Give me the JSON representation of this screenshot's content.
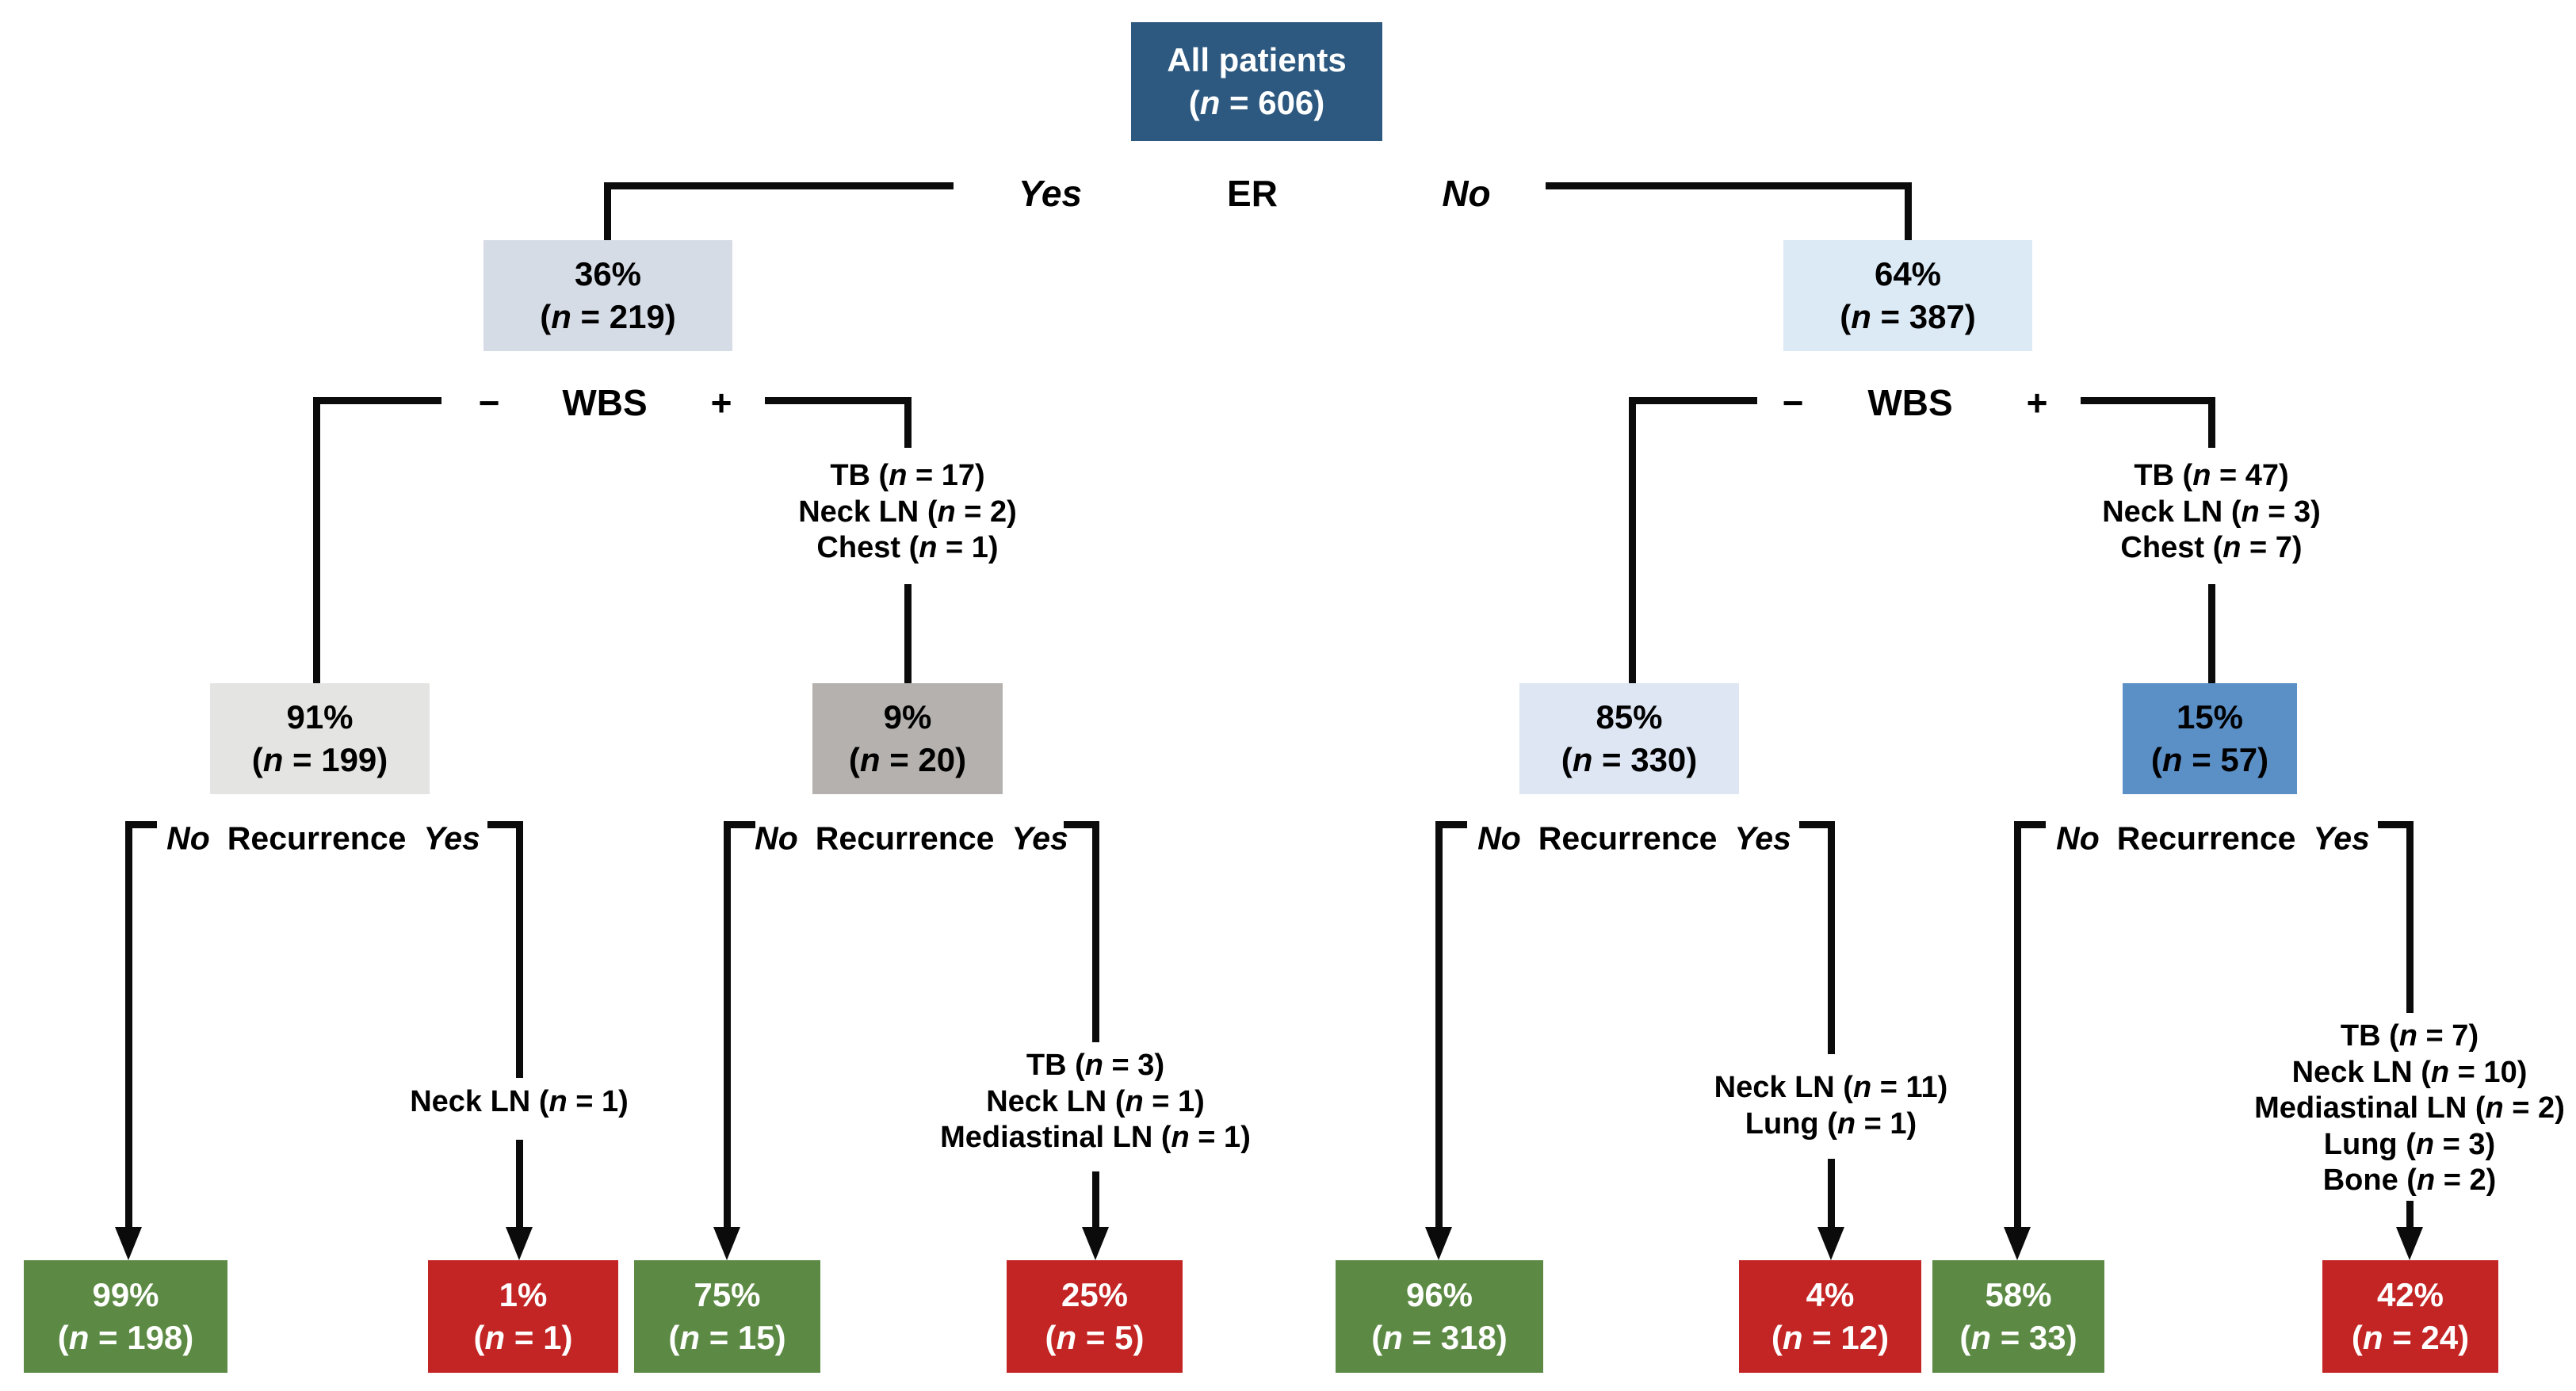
{
  "labels": {
    "n_symbol": "n",
    "er_split": {
      "yes": "Yes",
      "test": "ER",
      "no": "No"
    },
    "wbs_split": {
      "minus": "−",
      "test": "WBS",
      "plus": "+"
    },
    "recurrence_split": {
      "no": "No",
      "test": "Recurrence",
      "yes": "Yes"
    }
  },
  "nodes": {
    "all_patients": {
      "label": "All patients",
      "n": "606",
      "n_text": "(n = 606)"
    },
    "er_yes": {
      "percent": "36%",
      "n": "219",
      "n_text": "(n = 219)"
    },
    "er_no": {
      "percent": "64%",
      "n": "387",
      "n_text": "(n = 387)"
    },
    "er_yes_wbs_neg": {
      "percent": "91%",
      "n": "199",
      "n_text": "(n = 199)"
    },
    "er_yes_wbs_pos": {
      "percent": "9%",
      "n": "20",
      "n_text": "(n = 20)"
    },
    "er_no_wbs_neg": {
      "percent": "85%",
      "n": "330",
      "n_text": "(n = 330)"
    },
    "er_no_wbs_pos": {
      "percent": "15%",
      "n": "57",
      "n_text": "(n = 57)"
    },
    "leaf1": {
      "percent": "99%",
      "n": "198",
      "n_text": "(n = 198)",
      "outcome": "no-recurrence"
    },
    "leaf2": {
      "percent": "1%",
      "n": "1",
      "n_text": "(n = 1)",
      "outcome": "recurrence"
    },
    "leaf3": {
      "percent": "75%",
      "n": "15",
      "n_text": "(n = 15)",
      "outcome": "no-recurrence"
    },
    "leaf4": {
      "percent": "25%",
      "n": "5",
      "n_text": "(n = 5)",
      "outcome": "recurrence"
    },
    "leaf5": {
      "percent": "96%",
      "n": "318",
      "n_text": "(n = 318)",
      "outcome": "no-recurrence"
    },
    "leaf6": {
      "percent": "4%",
      "n": "12",
      "n_text": "(n = 12)",
      "outcome": "recurrence"
    },
    "leaf7": {
      "percent": "58%",
      "n": "33",
      "n_text": "(n = 33)",
      "outcome": "no-recurrence"
    },
    "leaf8": {
      "percent": "42%",
      "n": "24",
      "n_text": "(n = 24)",
      "outcome": "recurrence"
    }
  },
  "annotations": {
    "er_yes_wbs_pos_sites": [
      {
        "site": "TB",
        "n": "17",
        "text": "TB (n = 17)"
      },
      {
        "site": "Neck LN",
        "n": "2",
        "text": "Neck LN (n = 2)"
      },
      {
        "site": "Chest",
        "n": "1",
        "text": "Chest (n = 1)"
      }
    ],
    "er_no_wbs_pos_sites": [
      {
        "site": "TB",
        "n": "47",
        "text": "TB (n = 47)"
      },
      {
        "site": "Neck LN",
        "n": "3",
        "text": "Neck LN (n = 3)"
      },
      {
        "site": "Chest",
        "n": "7",
        "text": "Chest (n = 7)"
      }
    ],
    "recurrence_sites_1": [
      {
        "site": "Neck LN",
        "n": "1",
        "text": "Neck LN (n = 1)"
      }
    ],
    "recurrence_sites_2": [
      {
        "site": "TB",
        "n": "3",
        "text": "TB (n = 3)"
      },
      {
        "site": "Neck LN",
        "n": "1",
        "text": "Neck LN (n = 1)"
      },
      {
        "site": "Mediastinal LN",
        "n": "1",
        "text": "Mediastinal LN (n = 1)"
      }
    ],
    "recurrence_sites_3": [
      {
        "site": "Neck LN",
        "n": "11",
        "text": "Neck LN (n = 11)"
      },
      {
        "site": "Lung",
        "n": "1",
        "text": "Lung (n = 1)"
      }
    ],
    "recurrence_sites_4": [
      {
        "site": "TB",
        "n": "7",
        "text": "TB (n = 7)"
      },
      {
        "site": "Neck LN",
        "n": "10",
        "text": "Neck LN (n = 10)"
      },
      {
        "site": "Mediastinal LN",
        "n": "2",
        "text": "Mediastinal LN (n = 2)"
      },
      {
        "site": "Lung",
        "n": "3",
        "text": "Lung (n = 3)"
      },
      {
        "site": "Bone",
        "n": "2",
        "text": "Bone (n = 2)"
      }
    ]
  },
  "colors": {
    "root_box": "#2d5980",
    "er_yes_box": "#d6dce6",
    "er_no_box": "#dceaf6",
    "wbs_neg_left_box": "#e4e4e3",
    "wbs_pos_left_box": "#b5b1ae",
    "wbs_neg_right_box": "#dde6f2",
    "wbs_pos_right_box": "#5b90c7",
    "no_recurrence_box": "#5c8a44",
    "recurrence_box": "#c32424",
    "line": "#0b0b0b"
  }
}
